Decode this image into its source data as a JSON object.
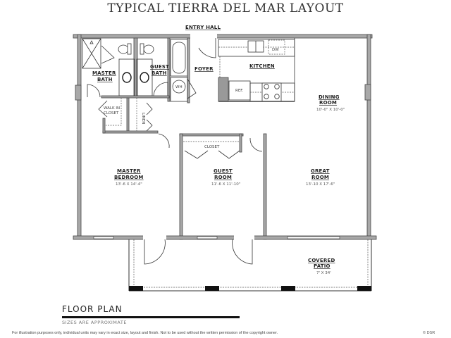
{
  "title": "TYPICAL TIERRA DEL MAR LAYOUT",
  "rooms": {
    "entry_hall": {
      "name": "ENTRY HALL"
    },
    "master_bath": {
      "line1": "MASTER",
      "line2": "BATH"
    },
    "guest_bath": {
      "line1": "GUEST",
      "line2": "BATH"
    },
    "foyer": {
      "name": "FOYER"
    },
    "kitchen": {
      "name": "KITCHEN"
    },
    "dining_room": {
      "line1": "DINING",
      "line2": "ROOM",
      "size": "10'-0\" X 10'-0\""
    },
    "walk_in_closet": {
      "line1": "WALK IN",
      "line2": "CLOSET"
    },
    "linen": {
      "name": "LINEN"
    },
    "closet": {
      "name": "CLOSET"
    },
    "master_bedroom": {
      "line1": "MASTER",
      "line2": "BEDROOM",
      "size": "13'-6 X 14'-4\""
    },
    "guest_room": {
      "line1": "GUEST",
      "line2": "ROOM",
      "size": "11'-6 X 11'-10\""
    },
    "great_room": {
      "line1": "GREAT",
      "line2": "ROOM",
      "size": "13'-10 X 17'-6\""
    },
    "covered_patio": {
      "line1": "COVERED",
      "line2": "PATIO",
      "size": "7' X 34'"
    }
  },
  "fixtures": {
    "water_heater": "WH",
    "refrigerator": "REF.",
    "dishwasher": "DW"
  },
  "legend": {
    "title": "FLOOR PLAN",
    "subtitle": "SIZES ARE APPROXIMATE"
  },
  "footer": {
    "disclaimer": "For illustration purposes only, individual units may vary in exact size, layout and finish. Not to be used without the written permission of the copyright owner.",
    "copyright": "© DSR"
  },
  "colors": {
    "wall_fill": "#a8a8a8",
    "wall_stroke": "#444444",
    "pillar": "#111111",
    "text": "#222222"
  }
}
